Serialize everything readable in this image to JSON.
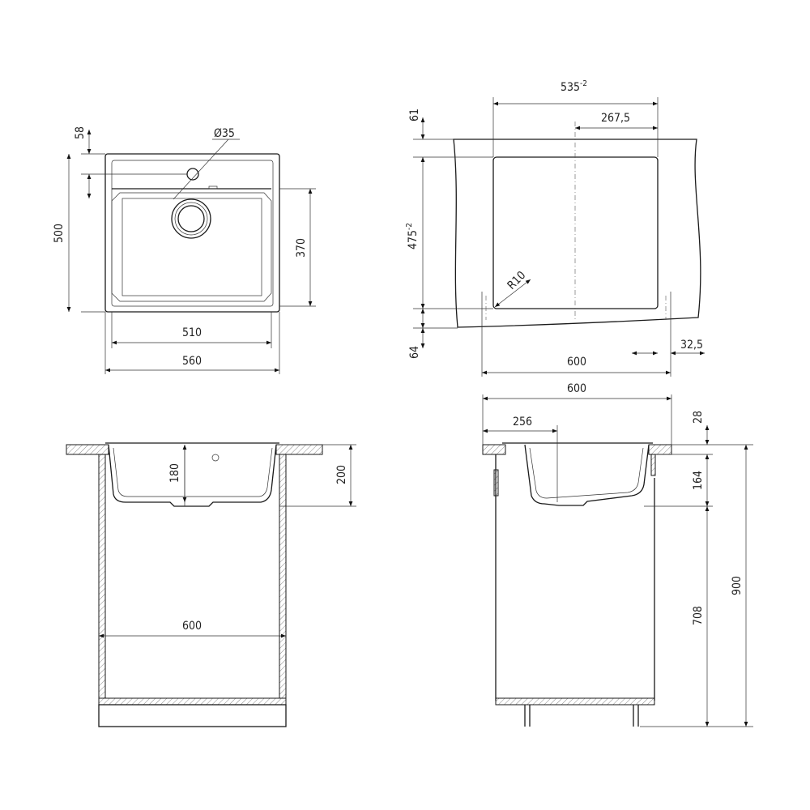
{
  "top_left_view": {
    "overall_depth": "500",
    "tap_offset": "58",
    "tap_hole": "Ø35",
    "bowl_depth": "370",
    "bowl_width": "510",
    "overall_width": "560"
  },
  "top_right_view": {
    "cutout_width": "535",
    "cutout_width_tol": "-2",
    "half_width": "267,5",
    "top_margin": "61",
    "cutout_depth": "475",
    "cutout_depth_tol": "-2",
    "bottom_margin": "64",
    "corner_radius": "R10",
    "cabinet_width": "600",
    "side_offset": "32,5"
  },
  "front_view": {
    "bowl_depth": "180",
    "total_depth": "200",
    "cabinet_width": "600"
  },
  "side_view": {
    "cabinet_depth": "600",
    "drain_offset": "256",
    "countertop": "28",
    "under_top": "164",
    "cabinet_to_bowl": "708",
    "total_height": "900"
  },
  "colors": {
    "line": "#1a1a1a",
    "background": "#ffffff"
  }
}
